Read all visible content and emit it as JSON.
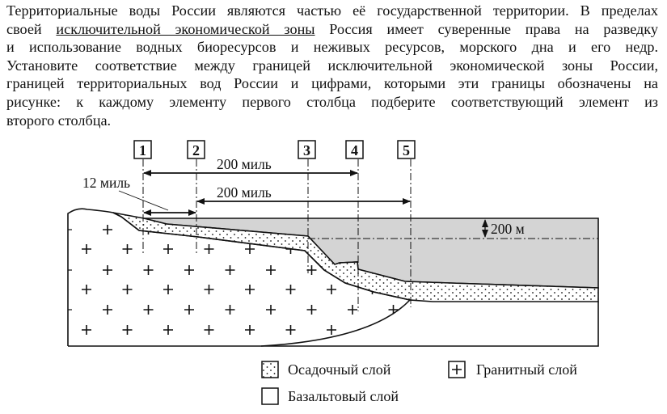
{
  "task": {
    "lines": [
      "Территориальные воды России являются частью её государственной территории. В пределах",
      [
        "своей ",
        "исключительной экономической зоны",
        " Россия имеет суверенные права на разведку"
      ],
      "и использование водных биоресурсов и неживых ресурсов, морского дна и его недр.",
      "Установите соответствие между границей исключительной экономической зоны России,",
      "границей территориальных вод России и цифрами, которыми эти границы обозначены на",
      "рисунке: к каждому элементу первого столбца подберите соответствующий элемент из",
      "второго столбца."
    ]
  },
  "diagram": {
    "markers": [
      "1",
      "2",
      "3",
      "4",
      "5"
    ],
    "distance_top": "200 миль",
    "distance_bottom": "200 миль",
    "distance_small": "12 миль",
    "depth_label": "200 м",
    "colors": {
      "water": "#d4d4d4",
      "stroke": "#111111"
    }
  },
  "legend": {
    "sediment": "Осадочный слой",
    "granite": "Гранитный слой",
    "basalt": "Базальтовый слой"
  }
}
